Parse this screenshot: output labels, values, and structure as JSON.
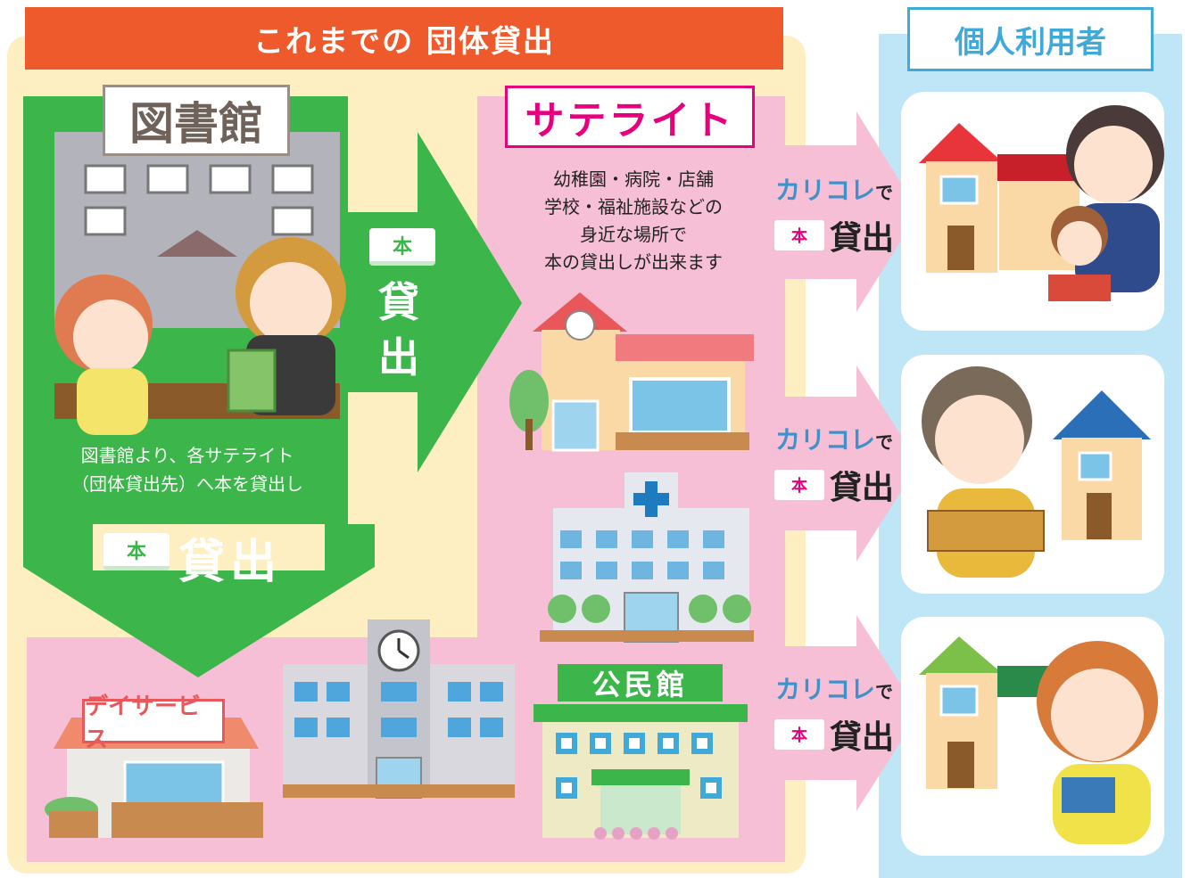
{
  "header": {
    "title": "これまでの 団体貸出"
  },
  "personal": {
    "label": "個人利用者"
  },
  "library": {
    "title": "図書館",
    "description_line1": "図書館より、各サテライト",
    "description_line2": "（団体貸出先）へ本を貸出し",
    "book_badge": "本",
    "lend_vertical_1": "貸",
    "lend_vertical_2": "出",
    "lend_horizontal": "貸出"
  },
  "satellite": {
    "title": "サテライト",
    "desc_line1": "幼稚園・病院・店舗",
    "desc_line2": "学校・福祉施設などの",
    "desc_line3": "身近な場所で",
    "desc_line4": "本の貸出しが出来ます"
  },
  "facilities": {
    "dayservice": "デイサービス",
    "kominkan": "公民館"
  },
  "arrows": [
    {
      "karikore": "カリコレ",
      "de": "で",
      "book": "本",
      "lend": "貸出"
    },
    {
      "karikore": "カリコレ",
      "de": "で",
      "book": "本",
      "lend": "貸出"
    },
    {
      "karikore": "カリコレ",
      "de": "で",
      "book": "本",
      "lend": "貸出"
    }
  ],
  "colors": {
    "orange_header": "#ee5a2b",
    "library_green": "#3cb54a",
    "satellite_pink": "#f7bfd6",
    "satellite_magenta": "#e6007e",
    "personal_blue": "#3fa9d9",
    "cream": "#fdefc2"
  }
}
